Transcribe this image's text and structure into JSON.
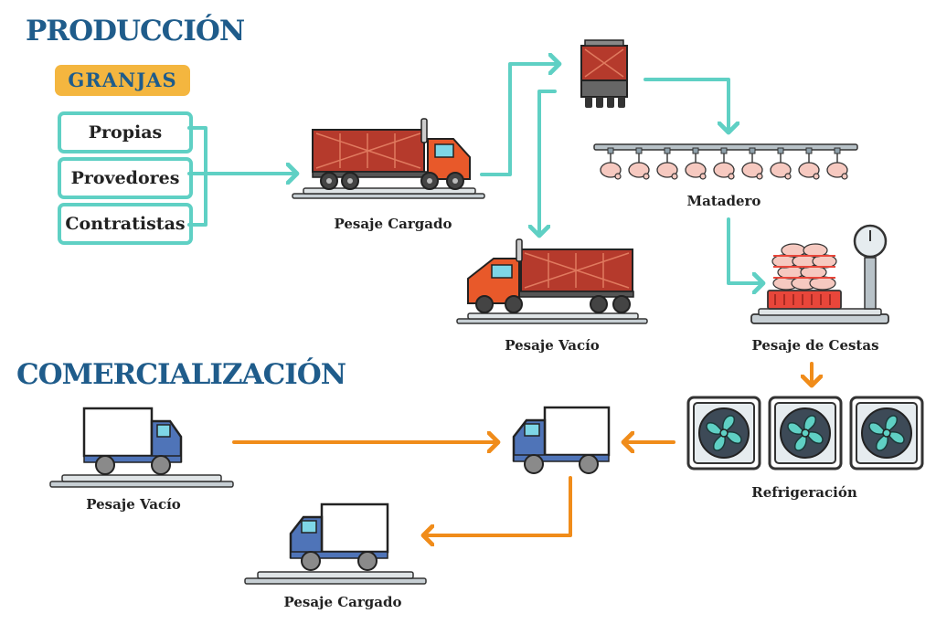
{
  "sections": {
    "production": "PRODUCCIÓN",
    "commercialization": "COMERCIALIZACIÓN"
  },
  "farms": {
    "title": "GRANJAS",
    "sources": [
      "Propias",
      "Provedores",
      "Contratistas"
    ]
  },
  "steps": {
    "loaded_weighing": "Pesaje Cargado",
    "empty_weighing": "Pesaje Vacío",
    "slaughterhouse": "Matadero",
    "basket_weighing": "Pesaje de Cestas",
    "refrigeration": "Refrigeración",
    "com_empty_weighing": "Pesaje Vacío",
    "com_loaded_weighing": "Pesaje Cargado"
  },
  "colors": {
    "production_arrow": "#5fd0c4",
    "commercial_arrow": "#f08c1a",
    "title": "#1f5c8b",
    "badge": "#f4b63f",
    "truck_orange": "#e8592a",
    "cargo_red": "#b53a2c",
    "cab_blue": "#4f74b8"
  }
}
